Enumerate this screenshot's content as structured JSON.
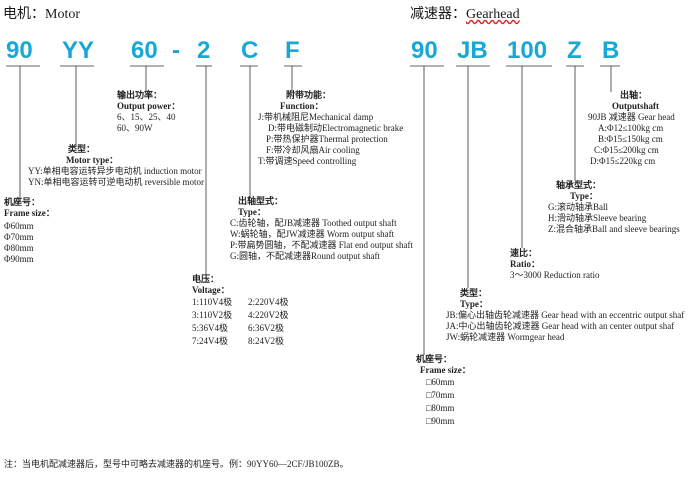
{
  "titles": {
    "motor": "电机：Motor",
    "gearhead_cn": "减速器：",
    "gearhead_en": "Gearhead"
  },
  "codes": {
    "motor": [
      "90",
      "YY",
      "60",
      "-",
      "2",
      "C",
      "F"
    ],
    "gear": [
      "90",
      "JB",
      "100",
      "Z",
      "B"
    ]
  },
  "output_power": {
    "title_cn": "输出功率：",
    "title_en": "Output power：",
    "lines": [
      "6、15、25、40",
      "60、90W"
    ]
  },
  "function": {
    "title_cn": "附带功能：",
    "title_en": "Function：",
    "lines": [
      "J:带机械阻尼Mechanical damp",
      "D:带电磁制动Electromagnetic brake",
      "P:带热保护器Thermal protection",
      "F:带冷却风扇Air cooling",
      "T:带调速Speed controlling"
    ]
  },
  "motor_type": {
    "title_cn": "类型：",
    "title_en": "Motor type：",
    "lines": [
      "YY:单相电容运转异步电动机 induction motor",
      "YN:单相电容运转可逆电动机 reversible motor"
    ]
  },
  "frame_size": {
    "title_cn": "机座号：",
    "title_en": "Frame size：",
    "lines": [
      "Φ60mm",
      "Φ70mm",
      "Φ80mm",
      "Φ90mm"
    ]
  },
  "shaft_type": {
    "title_cn": "出轴型式：",
    "title_en": "Type：",
    "lines": [
      "C:齿轮轴，配JB减速器 Toothed output shaft",
      "W:蜗轮轴，配JW减速器 Worm output shaft",
      "P:带扁势圆轴，不配减速器 Flat end output shaft",
      "G:圆轴，不配减速器Round output shaft"
    ]
  },
  "voltage": {
    "title": "电压：",
    "title_en": "Voltage：",
    "rows": [
      [
        "1:110V4极",
        "2:220V4极"
      ],
      [
        "3:110V2极",
        "4:220V2极"
      ],
      [
        "5:36V4极",
        "6:36V2极"
      ],
      [
        "7:24V4极",
        "8:24V2极"
      ]
    ]
  },
  "output_shaft": {
    "title_cn": "出轴：",
    "title_en": "Outputshaft",
    "lines": [
      "90JB 减速器 Gear head",
      "A:Φ12≤100kg cm",
      "B:Φ15≤150kg cm",
      "C:Φ15≤200kg cm",
      "D:Φ15≤220kg cm"
    ]
  },
  "bearing": {
    "title_cn": "轴承型式：",
    "title_en": "Type：",
    "lines": [
      "G:滚动轴承Ball",
      "H:滑动轴承Sleeve bearing",
      "Z:混合轴承Ball and sleeve bearings"
    ]
  },
  "ratio": {
    "title_cn": "速比：",
    "title_en": "Ratio：",
    "lines": [
      "3～3000 Reduction ratio"
    ]
  },
  "gear_type": {
    "title_cn": "类型：",
    "title_en": "Type：",
    "lines": [
      "JB:偏心出轴齿轮减速器 Gear head with an eccentric output shaf",
      "JA:中心出轴齿轮减速器 Gear head with an center output shaf",
      "JW:蜗轮减速器 Wormgear head"
    ]
  },
  "gear_frame": {
    "title_cn": "机座号：",
    "title_en": "Frame size：",
    "lines": [
      "□60mm",
      "□70mm",
      "□80mm",
      "□90mm"
    ]
  },
  "note": "注：当电机配减速器后，型号中可略去减速器的机座号。例：90YY60—2CF/JB100ZB。"
}
